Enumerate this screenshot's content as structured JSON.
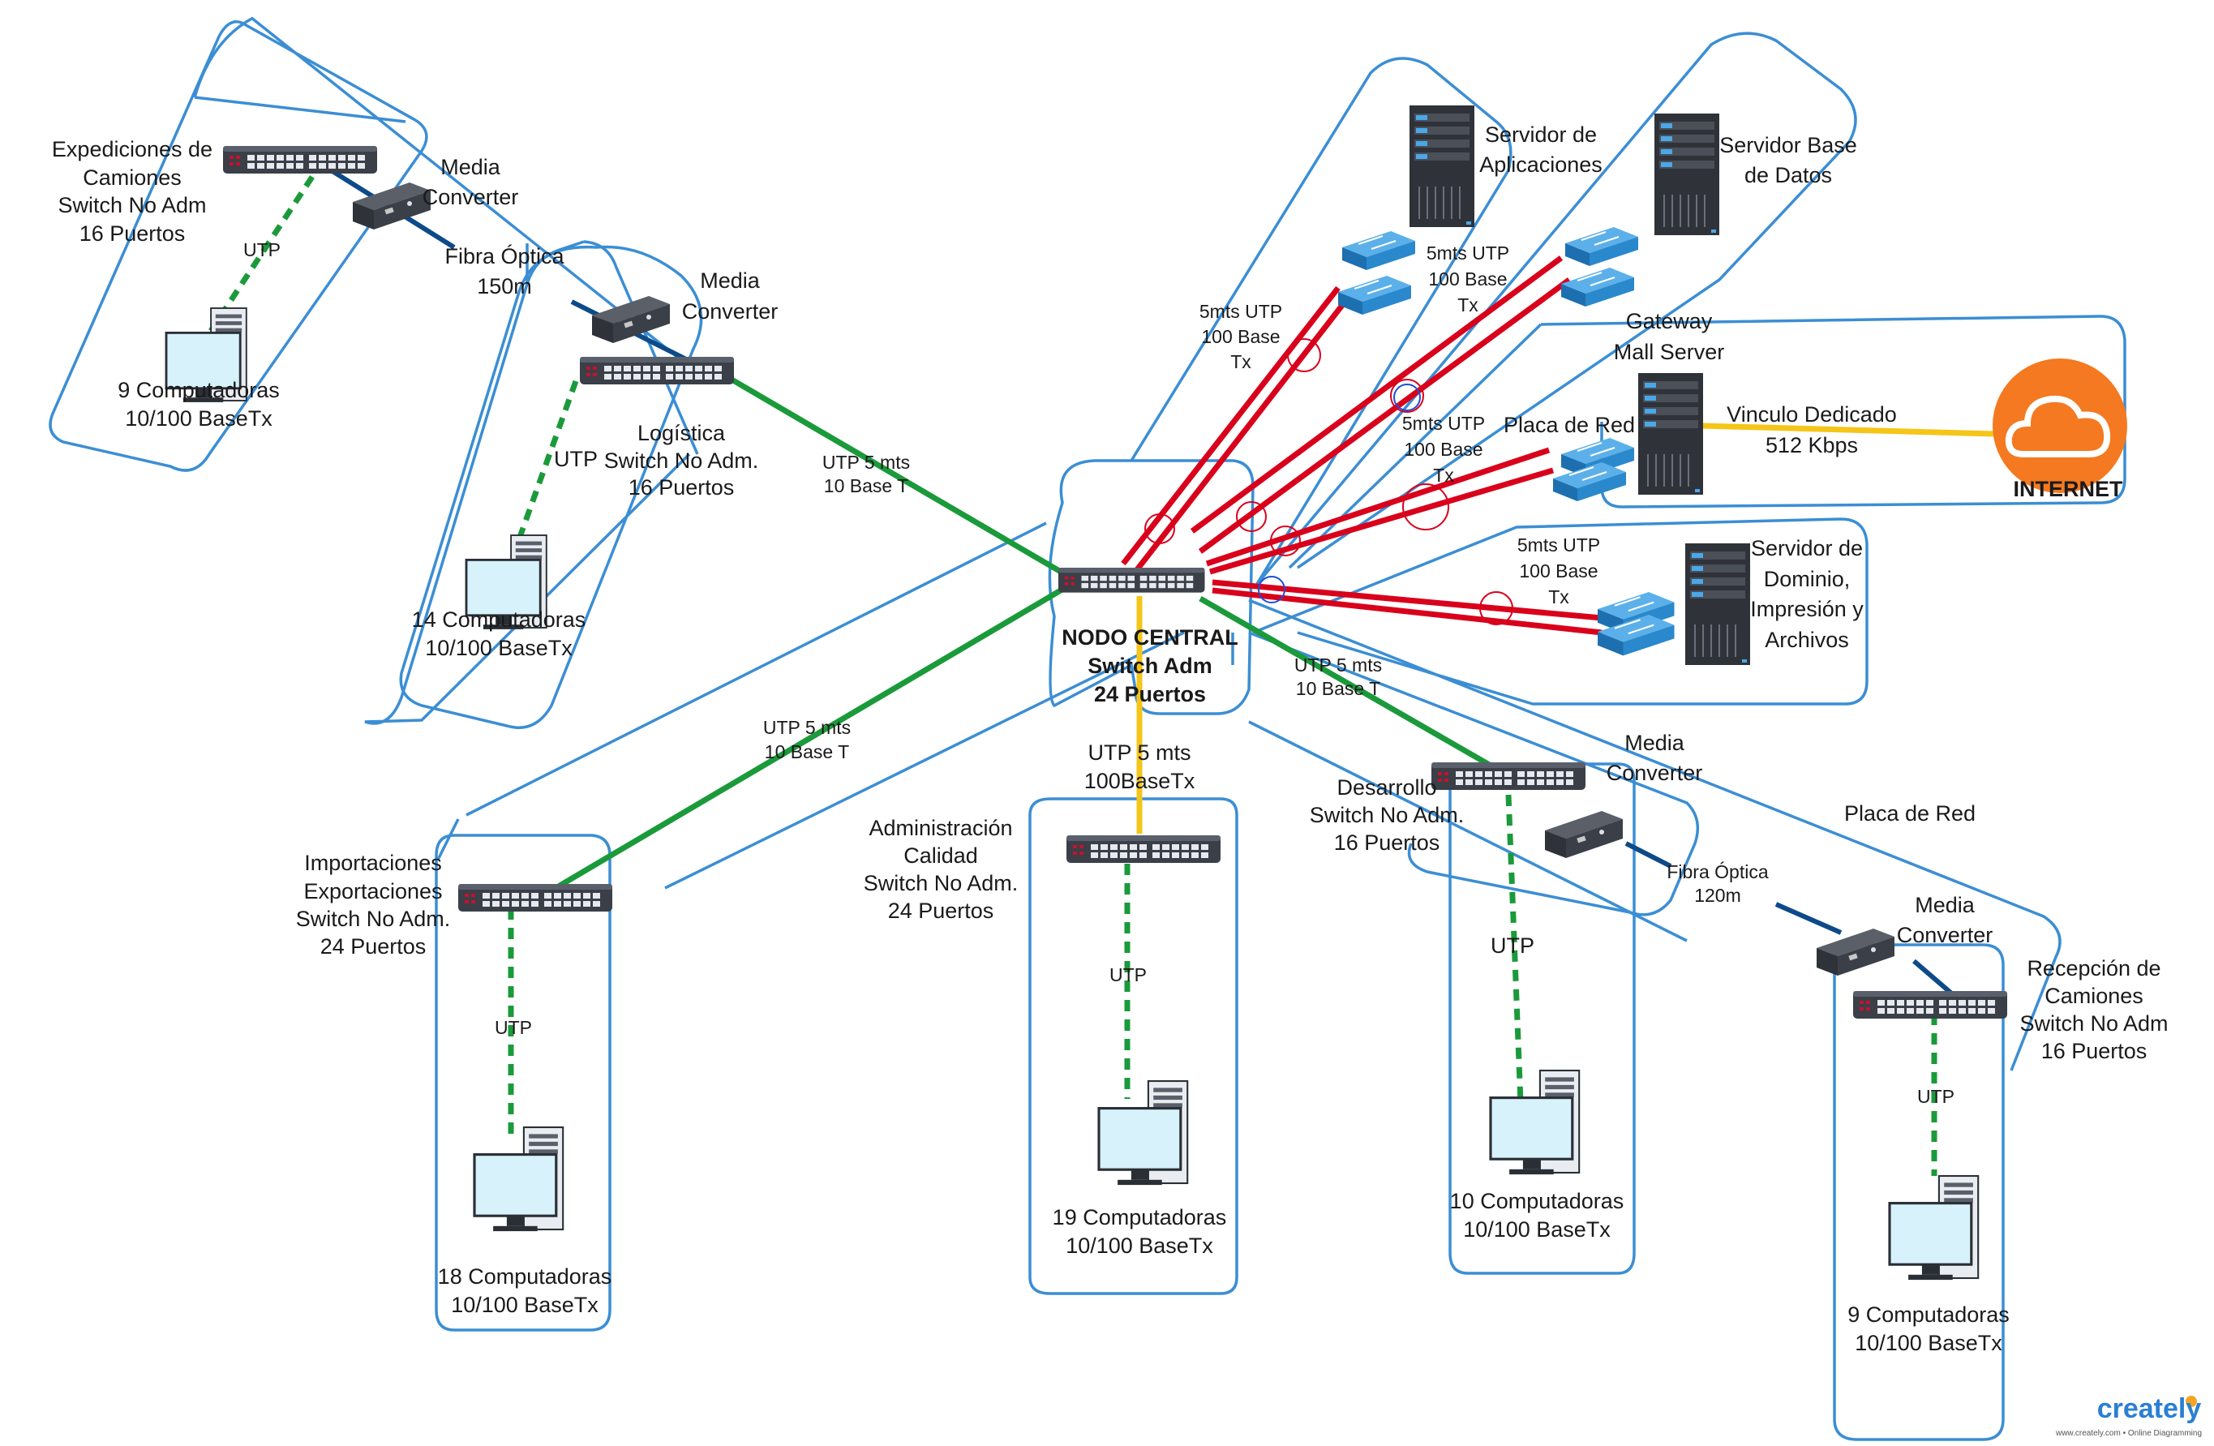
{
  "central": {
    "l1": "NODO CENTRAL",
    "l2": "Switch  Adm",
    "l3": "24 Puertos"
  },
  "expediciones": {
    "l1": "Expediciones de",
    "l2": "Camiones",
    "l3": "Switch No Adm",
    "l4": "16 Puertos"
  },
  "media_exp": {
    "l1": "Media",
    "l2": "Converter"
  },
  "utp_exp": "UTP",
  "fibra_150": {
    "l1": "Fibra Óptica",
    "l2": "150m"
  },
  "pcs_exp": {
    "l1": "9 Computadoras",
    "l2": "10/100 BaseTx"
  },
  "media_log": {
    "l1": "Media",
    "l2": "Converter"
  },
  "logistica": {
    "l1": "Logística",
    "l2": "Switch No Adm.",
    "l3": "16 Puertos"
  },
  "utp_log": "UTP",
  "utp_log_link": {
    "l1": "UTP 5 mts",
    "l2": "10 Base T"
  },
  "pcs_log": {
    "l1": "14 Computadoras",
    "l2": "10/100 BaseTx"
  },
  "importaciones": {
    "l1": "Importaciones",
    "l2": "Exportaciones",
    "l3": "Switch No Adm.",
    "l4": "24 Puertos"
  },
  "utp_imp_link": {
    "l1": "UTP 5 mts",
    "l2": "10 Base T"
  },
  "utp_imp": "UTP",
  "pcs_imp": {
    "l1": "18 Computadoras",
    "l2": "10/100 BaseTx"
  },
  "administracion": {
    "l1": "Administración",
    "l2": "Calidad",
    "l3": "Switch No Adm.",
    "l4": "24 Puertos"
  },
  "utp_adm_link": {
    "l1": "UTP 5 mts",
    "l2": "100BaseTx"
  },
  "utp_adm": "UTP",
  "pcs_adm": {
    "l1": "19 Computadoras",
    "l2": "10/100 BaseTx"
  },
  "desarrollo": {
    "l1": "Desarrollo",
    "l2": "Switch No Adm.",
    "l3": "16 Puertos"
  },
  "utp_des_link": {
    "l1": "UTP 5 mts",
    "l2": "10 Base T"
  },
  "media_des": {
    "l1": "Media",
    "l2": "Converter"
  },
  "fibra_120": {
    "l1": "Fibra Óptica",
    "l2": "120m"
  },
  "utp_des": "UTP",
  "pcs_des": {
    "l1": "10 Computadoras",
    "l2": "10/100 BaseTx"
  },
  "placa_red_right": "Placa de Red",
  "media_rec": {
    "l1": "Media",
    "l2": "Converter"
  },
  "recepcion": {
    "l1": "Recepción de",
    "l2": "Camiones",
    "l3": "Switch No Adm",
    "l4": "16 Puertos"
  },
  "utp_rec": "UTP",
  "pcs_rec": {
    "l1": "9 Computadoras",
    "l2": "10/100 BaseTx"
  },
  "srv_app": {
    "l1": "Servidor de",
    "l2": "Aplicaciones"
  },
  "srv_db": {
    "l1": "Servidor Base",
    "l2": "de Datos"
  },
  "utp_app": {
    "l1": "5mts UTP",
    "l2": "100 Base",
    "l3": "Tx"
  },
  "utp_db": {
    "l1": "5mts UTP",
    "l2": "100 Base",
    "l3": "Tx"
  },
  "gateway": {
    "l1": "Gateway",
    "l2": "Mall Server"
  },
  "placa_red_gw": "Placa de Red",
  "utp_gw": {
    "l1": "5mts UTP",
    "l2": "100 Base",
    "l3": "Tx"
  },
  "vinculo": {
    "l1": "Vinculo Dedicado",
    "l2": "512 Kbps"
  },
  "internet": "INTERNET",
  "srv_dom": {
    "l1": "Servidor de",
    "l2": "Dominio,",
    "l3": "Impresión y",
    "l4": "Archivos"
  },
  "utp_dom": {
    "l1": "5mts UTP",
    "l2": "100 Base",
    "l3": "Tx"
  },
  "brand": {
    "name": "creately",
    "tagline": "www.creately.com • Online Diagramming"
  },
  "colors": {
    "zone": "#3b8ed4",
    "green_link": "#1a9a3a",
    "red_link": "#d9001b",
    "yellow_link": "#f5c518",
    "fiber": "#0d4a8a",
    "cloud": "#f47920"
  }
}
